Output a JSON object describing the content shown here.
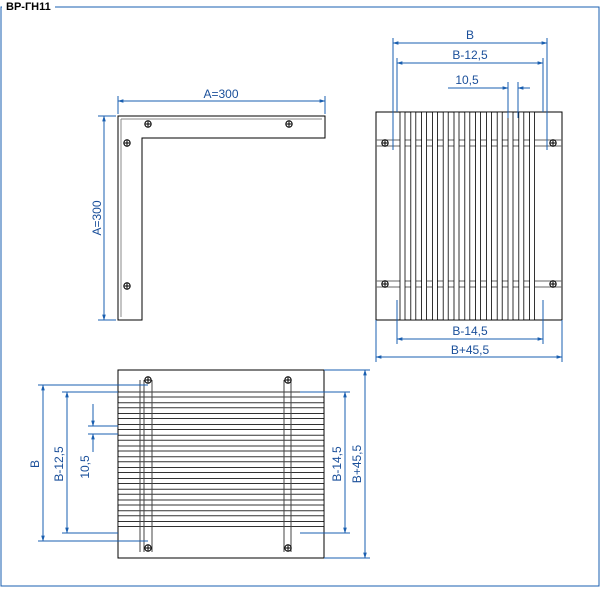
{
  "title": "ВР-ГН11",
  "colors": {
    "frame": "#1a5fb0",
    "dimension": "#1a5fb0",
    "drawing": "#000000",
    "text": "#1a4f9a"
  },
  "views": {
    "bracket": {
      "width_label": "A=300",
      "height_label": "A=300"
    },
    "front": {
      "top_labels": [
        "B",
        "B-12,5",
        "10,5"
      ],
      "bottom_labels": [
        "B-14,5",
        "B+45,5"
      ]
    },
    "side": {
      "left_labels": [
        "B",
        "B-12,5",
        "10,5"
      ],
      "right_labels": [
        "B-14,5",
        "B+45,5"
      ]
    }
  }
}
